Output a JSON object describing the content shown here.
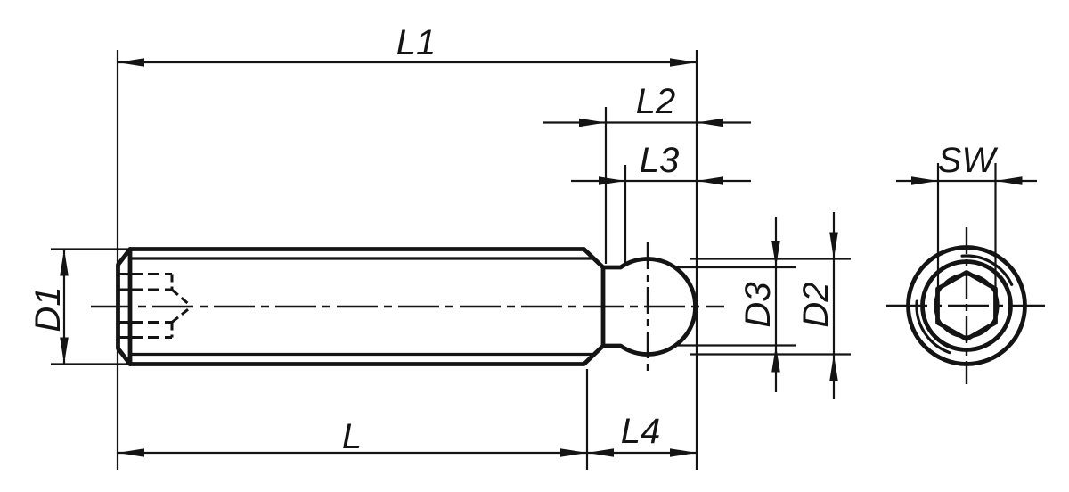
{
  "dimension_labels": {
    "l1": "L1",
    "l2": "L2",
    "l3": "L3",
    "l": "L",
    "l4": "L4",
    "d1": "D1",
    "d2": "D2",
    "d3": "D3",
    "sw": "SW"
  },
  "colors": {
    "line": "#141414",
    "part_fill": "#e4e4e4",
    "background": "#ffffff"
  }
}
